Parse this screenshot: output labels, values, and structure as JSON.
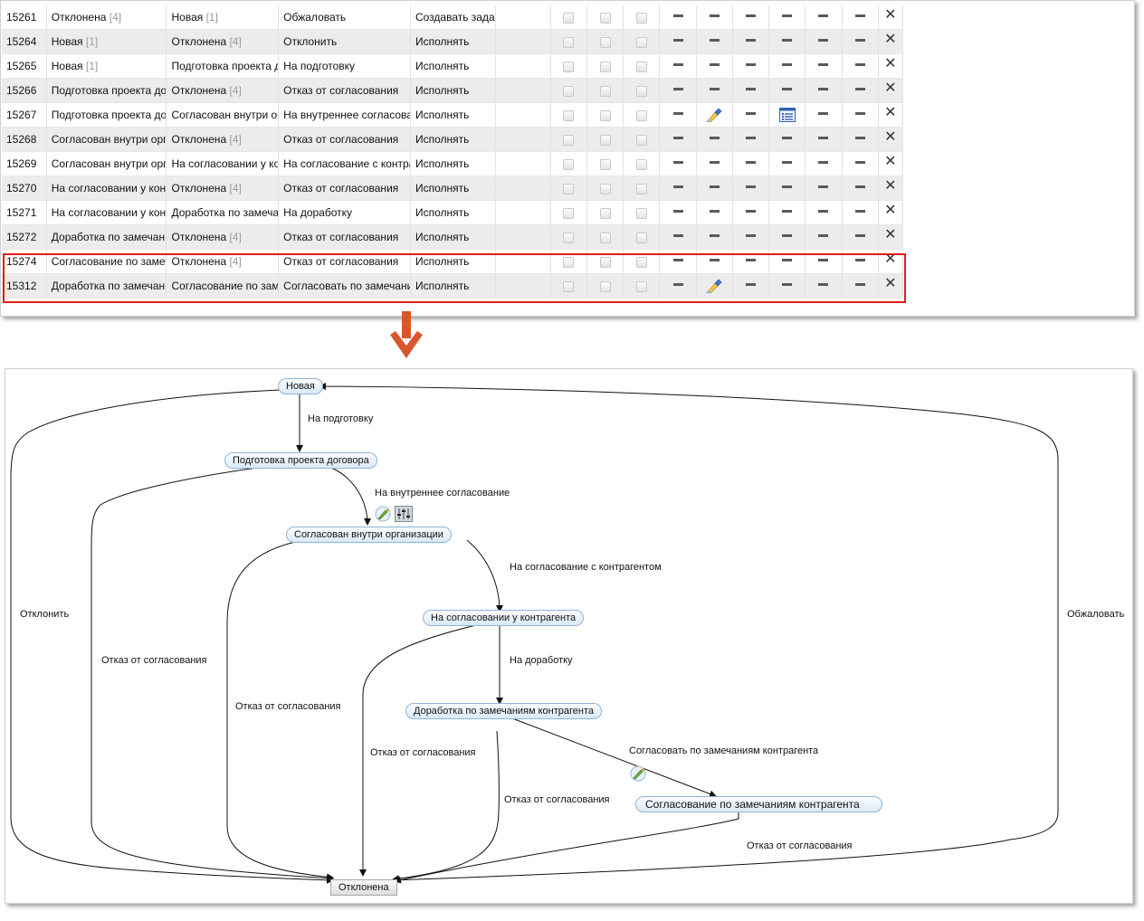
{
  "table": {
    "rows": [
      {
        "id": "15261",
        "from": "Отклонена",
        "from_count": "[4]",
        "to": "Новая",
        "to_count": "[1]",
        "action": "Обжаловать",
        "mode": "Создавать задачу",
        "icon_col2": false,
        "icon_col4": false
      },
      {
        "id": "15264",
        "from": "Новая",
        "from_count": "[1]",
        "to": "Отклонена",
        "to_count": "[4]",
        "action": "Отклонить",
        "mode": "Исполнять",
        "icon_col2": false,
        "icon_col4": false
      },
      {
        "id": "15265",
        "from": "Новая",
        "from_count": "[1]",
        "to": "Подготовка проекта договора",
        "to_count": "",
        "action": "На подготовку",
        "mode": "Исполнять",
        "icon_col2": false,
        "icon_col4": false
      },
      {
        "id": "15266",
        "from": "Подготовка проекта договора",
        "from_count": "",
        "to": "Отклонена",
        "to_count": "[4]",
        "action": "Отказ от согласования",
        "mode": "Исполнять",
        "icon_col2": false,
        "icon_col4": false
      },
      {
        "id": "15267",
        "from": "Подготовка проекта договора",
        "from_count": "",
        "to": "Согласован внутри организации",
        "to_count": "",
        "action": "На внутреннее согласование",
        "mode": "Исполнять",
        "icon_col2": true,
        "icon_col4": true
      },
      {
        "id": "15268",
        "from": "Согласован внутри организации",
        "from_count": "",
        "to": "Отклонена",
        "to_count": "[4]",
        "action": "Отказ от согласования",
        "mode": "Исполнять",
        "icon_col2": false,
        "icon_col4": false
      },
      {
        "id": "15269",
        "from": "Согласован внутри организации",
        "from_count": "",
        "to": "На согласовании у контрагента",
        "to_count": "",
        "action": "На согласование с контрагентом",
        "mode": "Исполнять",
        "icon_col2": false,
        "icon_col4": false
      },
      {
        "id": "15270",
        "from": "На согласовании у контрагента",
        "from_count": "",
        "to": "Отклонена",
        "to_count": "[4]",
        "action": "Отказ от согласования",
        "mode": "Исполнять",
        "icon_col2": false,
        "icon_col4": false
      },
      {
        "id": "15271",
        "from": "На согласовании у контрагента",
        "from_count": "",
        "to": "Доработка по замечаниям контрагента",
        "to_count": "",
        "action": "На доработку",
        "mode": "Исполнять",
        "icon_col2": false,
        "icon_col4": false
      },
      {
        "id": "15272",
        "from": "Доработка по замечаниям контрагента",
        "from_count": "",
        "to": "Отклонена",
        "to_count": "[4]",
        "action": "Отказ от согласования",
        "mode": "Исполнять",
        "icon_col2": false,
        "icon_col4": false
      },
      {
        "id": "15274",
        "from": "Согласование по замечаниям контрагента",
        "from_count": "",
        "to": "Отклонена",
        "to_count": "[4]",
        "action": "Отказ от согласования",
        "mode": "Исполнять",
        "icon_col2": false,
        "icon_col4": false
      },
      {
        "id": "15312",
        "from": "Доработка по замечаниям контрагента",
        "from_count": "",
        "to": "Согласование по замечаниям контрагента",
        "to_count": "",
        "action": "Согласовать по замечаниям контрагента",
        "mode": "Исполнять",
        "icon_col2": true,
        "icon_col4": false
      }
    ],
    "highlight_color": "#e21b1b"
  },
  "diagram": {
    "nodes": {
      "new": "Новая",
      "prep": "Подготовка проекта договора",
      "internal": "Согласован внутри организации",
      "counterparty": "На согласовании у контрагента",
      "rework": "Доработка по замечаниям контрагента",
      "approve_remarks": "Согласование по замечаниям контрагента",
      "rejected": "Отклонена"
    },
    "edges": {
      "to_prep": "На подготовку",
      "to_internal": "На внутреннее согласование",
      "to_counterparty": "На согласование с контрагентом",
      "to_rework": "На доработку",
      "to_approve_remarks": "Согласовать по замечаниям контрагента",
      "reject": "Отклонить",
      "appeal": "Обжаловать",
      "refuse": "Отказ от согласования"
    }
  },
  "colors": {
    "arrow": "#d9562e",
    "node_border": "#8fb4d8"
  }
}
